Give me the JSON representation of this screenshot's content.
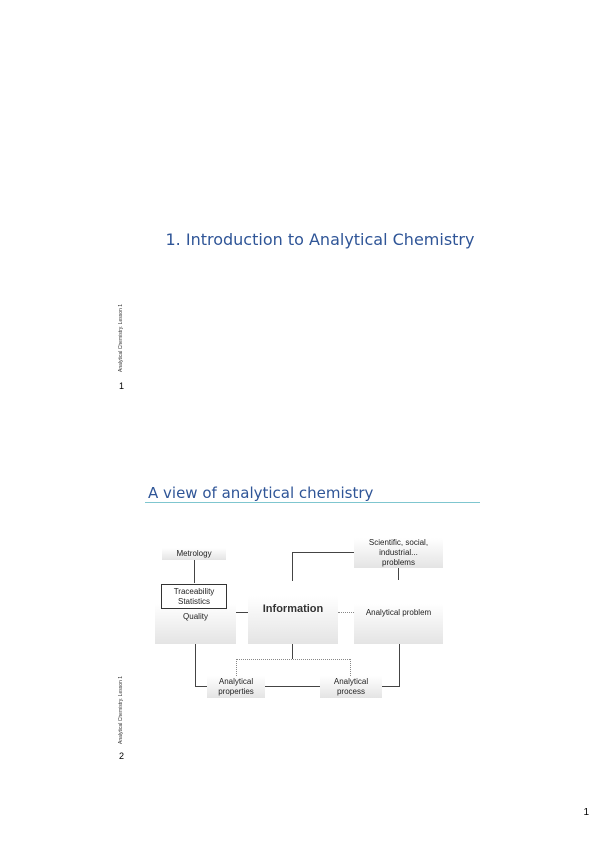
{
  "slide1": {
    "title": "1. Introduction to Analytical Chemistry",
    "side_label": "Analytical Chemistry. Lesson 1",
    "number": "1"
  },
  "slide2": {
    "title": "A view of analytical chemistry",
    "side_label": "Analytical Chemistry. Lesson 1",
    "number": "2",
    "diagram": {
      "metrology": "Metrology",
      "traceability": "Traceability",
      "statistics": "Statistics",
      "quality": "Quality",
      "information": "Information",
      "problems_line1": "Scientific, social,",
      "problems_line2": "industrial...",
      "problems_line3": "problems",
      "analytical_problem": "Analytical problem",
      "properties_line1": "Analytical",
      "properties_line2": "properties",
      "process_line1": "Analytical",
      "process_line2": "process"
    }
  },
  "page_number": "1"
}
